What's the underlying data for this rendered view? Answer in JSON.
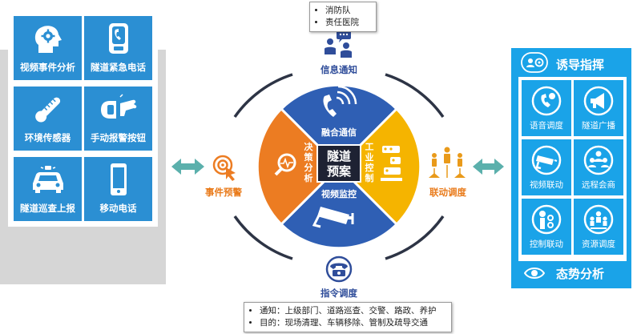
{
  "title": "隧道预案",
  "top_notes": [
    "消防队",
    "责任医院"
  ],
  "bottom_notes": [
    "通知：上级部门、道路巡查、交警、路政、养护",
    "目的：现场清理、车辆移除、管制及疏导交通"
  ],
  "quadrants": {
    "top": "融合通信",
    "right": "工业控制",
    "bottom": "视频监控",
    "left": "决策分析"
  },
  "nodes": {
    "info_notify": "信息通知",
    "command_dispatch": "指令调度",
    "event_warning": "事件预警",
    "linkage_dispatch": "联动调度"
  },
  "left_panel": {
    "items": [
      {
        "label": "视频事件分析",
        "icon": "head-gear-icon"
      },
      {
        "label": "隧道紧急电话",
        "icon": "emergency-phone-icon"
      },
      {
        "label": "环境传感器",
        "icon": "thermometer-icon"
      },
      {
        "label": "手动报警按钮",
        "icon": "alarm-button-icon"
      },
      {
        "label": "隧道巡查上报",
        "icon": "patrol-car-icon"
      },
      {
        "label": "移动电话",
        "icon": "mobile-phone-icon"
      }
    ]
  },
  "right_panel": {
    "header": "诱导指挥",
    "footer": "态势分析",
    "items": [
      {
        "label": "语音调度",
        "icon": "voice-icon"
      },
      {
        "label": "隧道广播",
        "icon": "megaphone-icon"
      },
      {
        "label": "视频联动",
        "icon": "camera-icon"
      },
      {
        "label": "远程会商",
        "icon": "meeting-icon"
      },
      {
        "label": "控制联动",
        "icon": "control-icon"
      },
      {
        "label": "资源调度",
        "icon": "resource-icon"
      }
    ]
  },
  "colors": {
    "blue": "#2f5fb4",
    "orange": "#ec7c22",
    "yellow": "#f5b400",
    "navy": "#2f4d9a",
    "panel_blue": "#2b8fd3",
    "right_blue": "#1aa3e8",
    "teal_arrow": "#5bb0ac"
  }
}
